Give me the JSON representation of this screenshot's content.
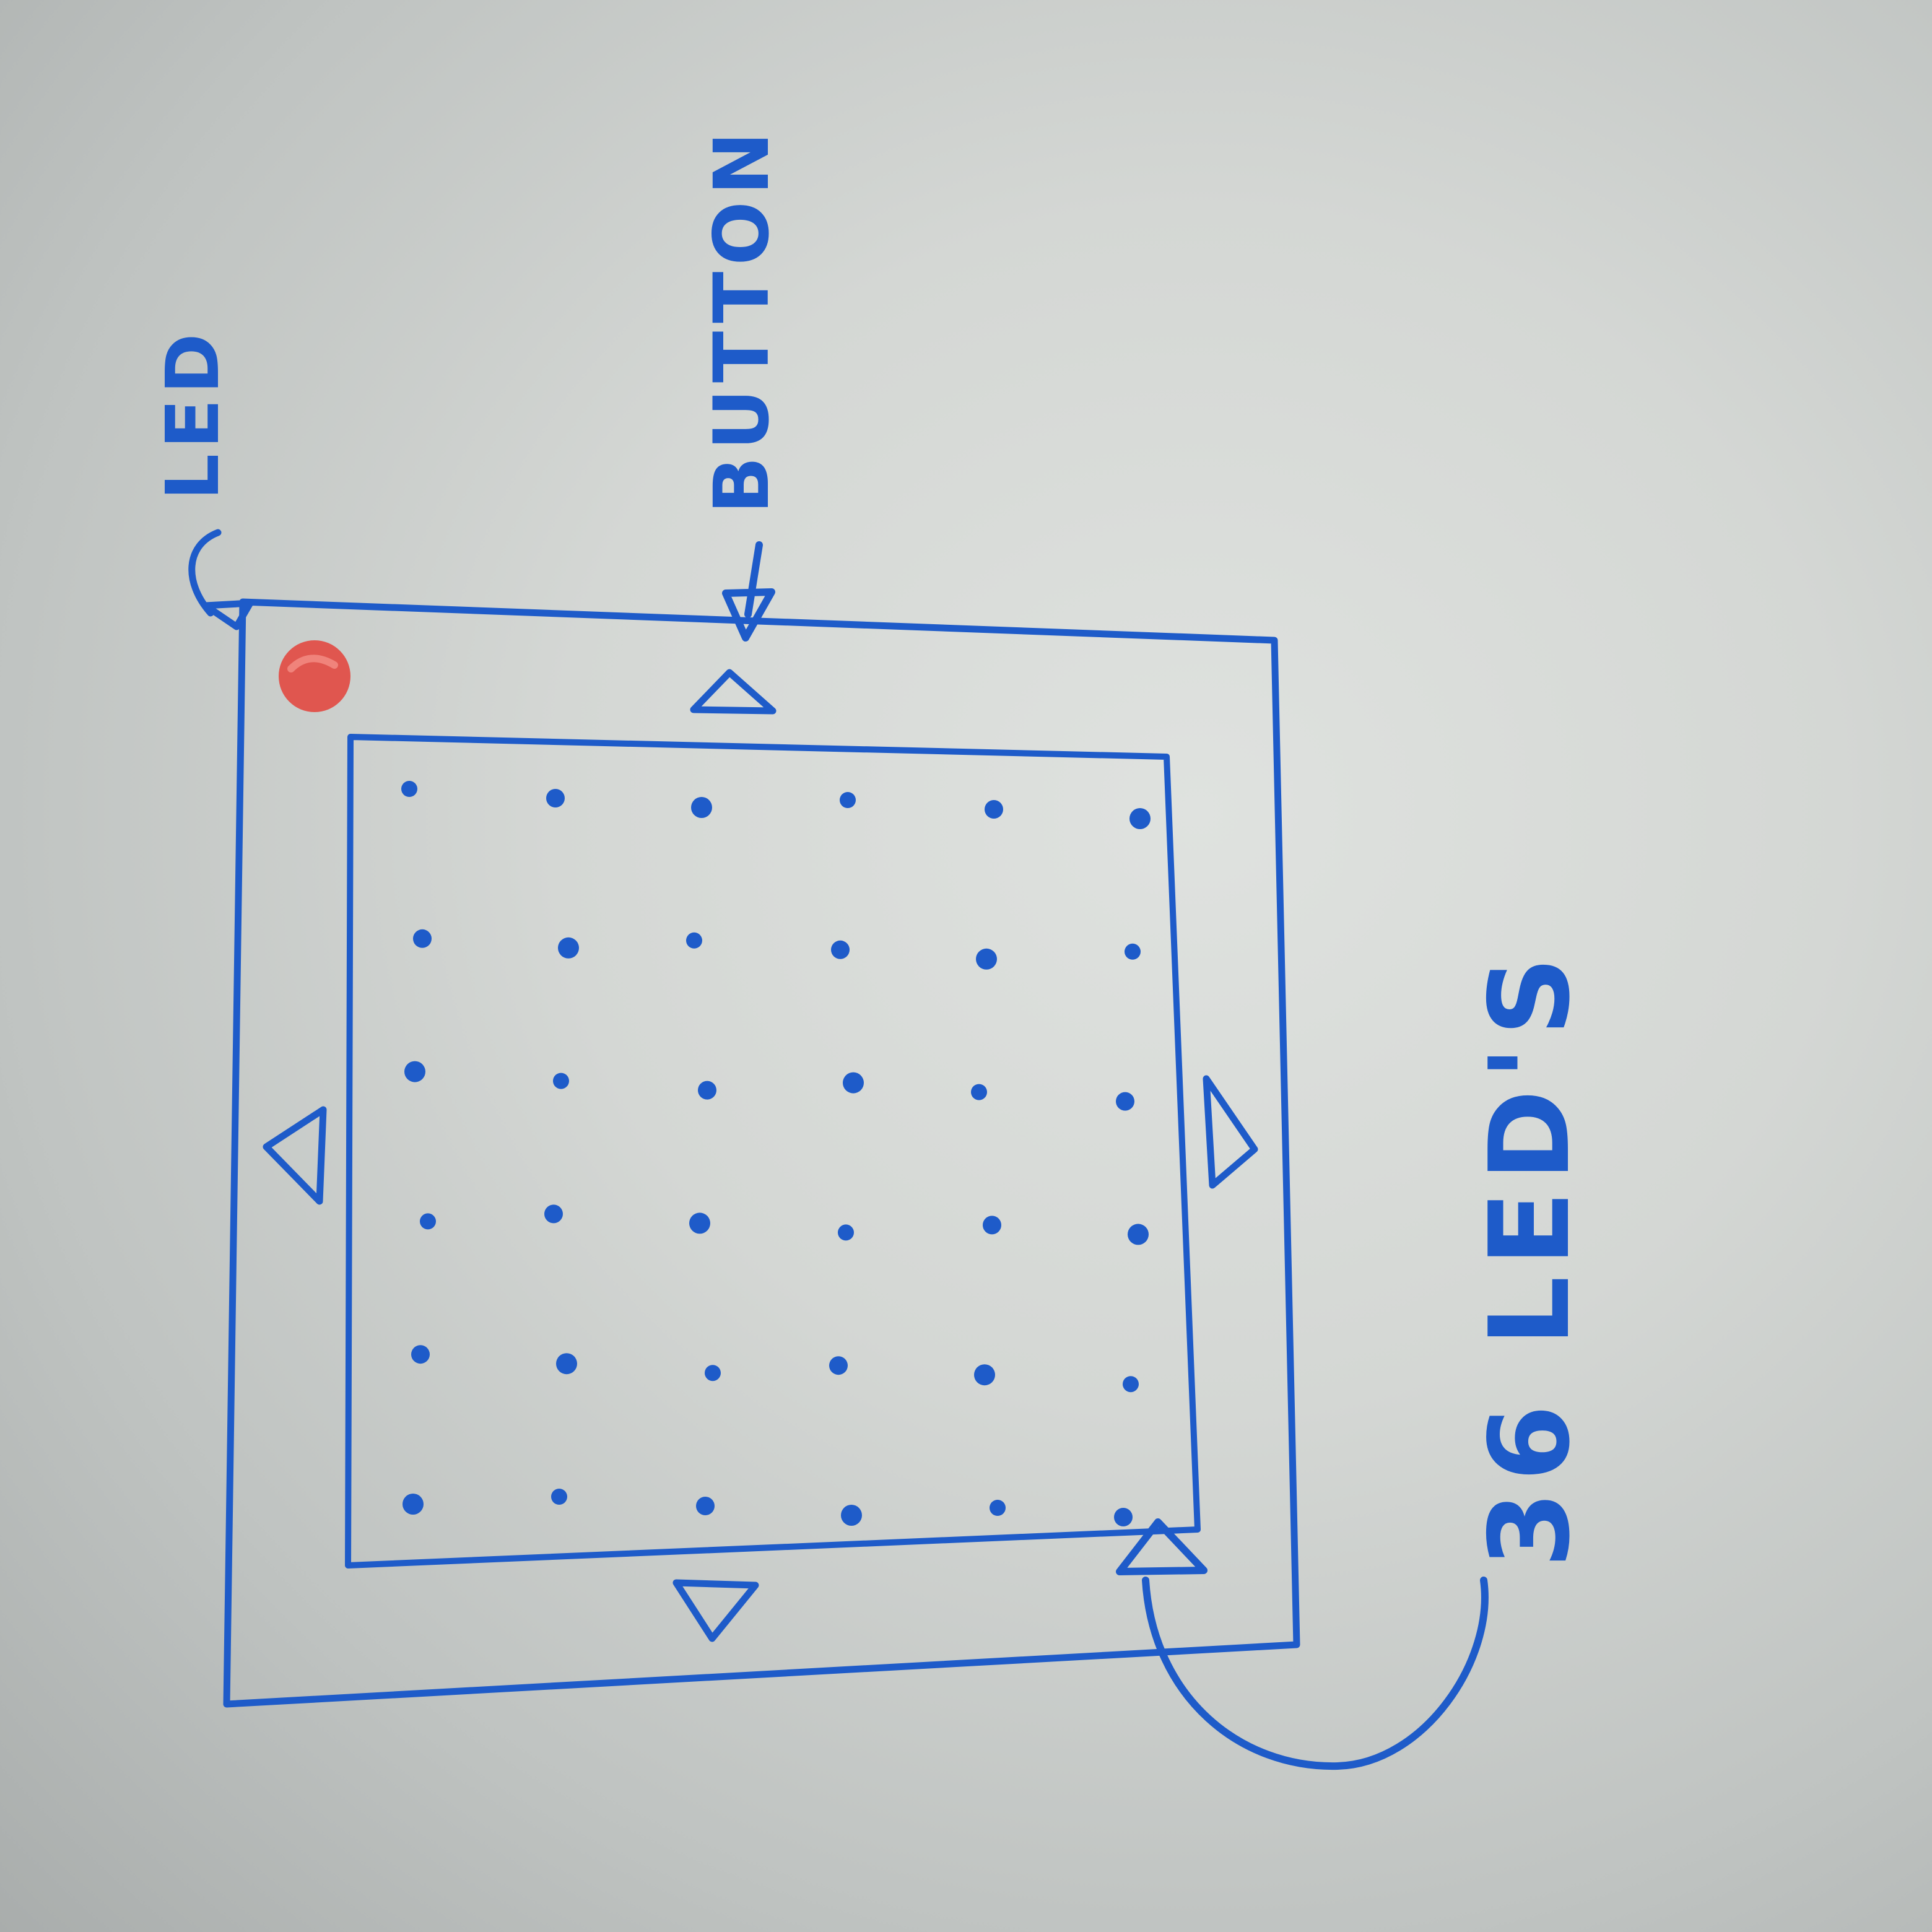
{
  "labels": {
    "led": "LED",
    "button": "BUTTON",
    "led_count": "36 LED'S"
  },
  "grid": {
    "rows": 6,
    "cols": 6
  },
  "colors": {
    "marker": "#1e5bc9",
    "indicator_led": "#e0564f"
  },
  "icons": {
    "button": "triangle-button-icon",
    "led": "red-dot-icon"
  }
}
